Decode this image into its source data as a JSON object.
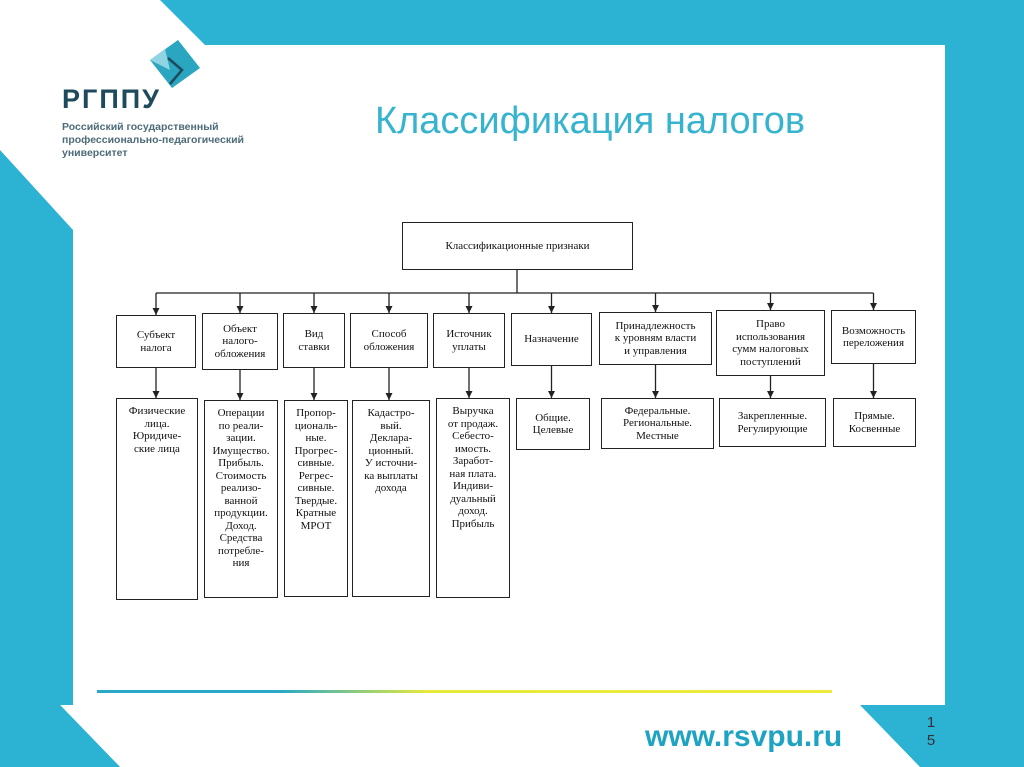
{
  "slide": {
    "title": "Классификация налогов",
    "logo": {
      "abbr": "РГППУ",
      "name": "Российский государственный\nпрофессионально-педагогический\nуниверситет"
    },
    "url": "www.rsvpu.ru",
    "page_number": "1\n5"
  },
  "diagram": {
    "root": "Классификационные признаки",
    "categories": [
      {
        "label": "Субъект\nналога",
        "values": "Физические\nлица.\nЮридиче-\nские лица"
      },
      {
        "label": "Объект\nналого-\nобложения",
        "values": "Операции\nпо реали-\nзации.\nИмущество.\nПрибыль.\nСтоимость\nреализо-\nванной\nпродукции.\nДоход.\nСредства\nпотребле-\nния"
      },
      {
        "label": "Вид\nставки",
        "values": "Пропор-\nциональ-\nные.\nПрогрес-\nсивные.\nРегрес-\nсивные.\nТвердые.\nКратные\nМРОТ"
      },
      {
        "label": "Способ\nобложения",
        "values": "Кадастро-\nвый.\nДеклара-\nционный.\nУ источни-\nка выплаты\nдохода"
      },
      {
        "label": "Источник\nуплаты",
        "values": "Выручка\nот продаж.\nСебесто-\nимость.\nЗаработ-\nная плата.\nИндиви-\nдуальный\nдоход.\nПрибыль"
      },
      {
        "label": "Назначение",
        "values": "Общие.\nЦелевые"
      },
      {
        "label": "Принадлежность\nк уровням власти\nи управления",
        "values": "Федеральные.\nРегиональные.\nМестные"
      },
      {
        "label": "Право\nиспользования\nсумм налоговых\nпоступлений",
        "values": "Закрепленные.\nРегулирующие"
      },
      {
        "label": "Возможность\nпереложения",
        "values": "Прямые.\nКосвенные"
      }
    ]
  },
  "colors": {
    "accent": "#35b3cf",
    "background": "#29b2d2",
    "rule_yellow": "#f0ea3a"
  }
}
